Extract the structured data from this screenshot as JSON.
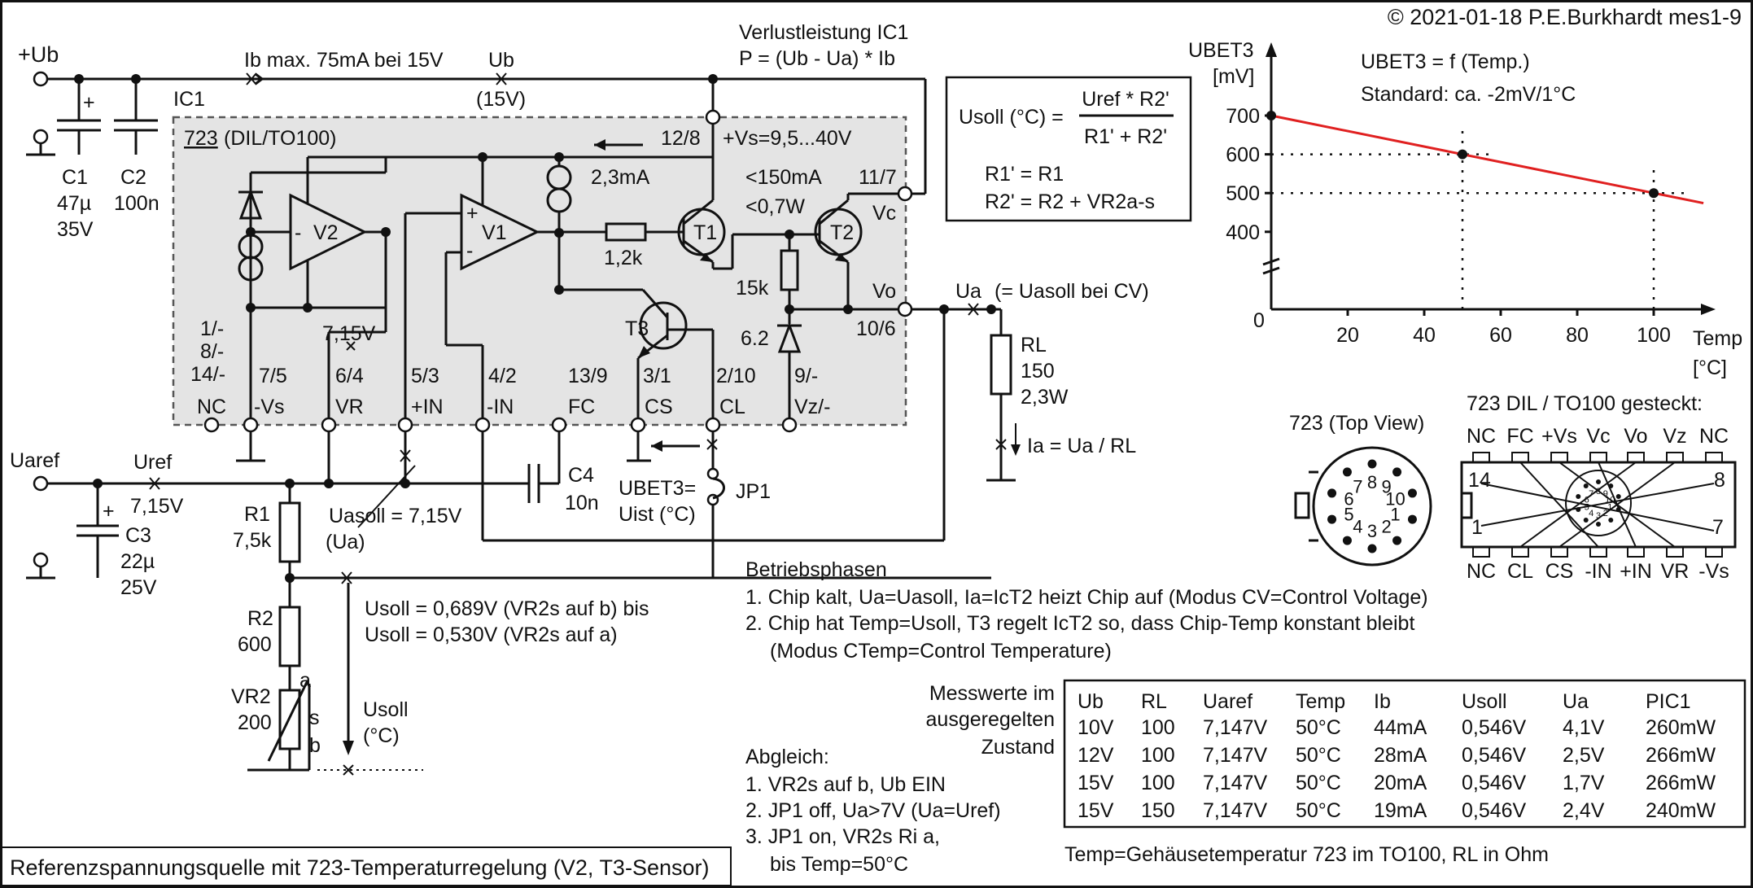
{
  "copyright": "© 2021-01-18 P.E.Burkhardt mes1-9",
  "caption": "Referenzspannungsquelle mit 723-Temperaturregelung (V2, T3-Sensor)",
  "supply": {
    "ub_label": "+Ub",
    "ib_note": "Ib max. 75mA bei 15V",
    "ub_probe": "Ub",
    "ub_value": "(15V)",
    "ic_label": "IC1",
    "power_title": "Verlustleistung IC1",
    "power_formula": "P = (Ub - Ua) * Ib"
  },
  "caps": {
    "c1": [
      "C1",
      "47µ",
      "35V"
    ],
    "c2": [
      "C2",
      "100n"
    ],
    "c3": [
      "C3",
      "22µ",
      "25V"
    ],
    "c4": [
      "C4",
      "10n"
    ]
  },
  "chip": {
    "title": "723",
    "package": "(DIL/TO100)",
    "vs_pin": "12/8",
    "vs_range": "+Vs=9,5...40V",
    "current_source": "2,3mA",
    "v2": "V2",
    "v1": "V1",
    "plus": "+",
    "minus": "-",
    "r_12k": "1,2k",
    "t1": "T1",
    "t2": "T2",
    "t3": "T3",
    "t2_current": "<150mA",
    "t2_power": "<0,7W",
    "vc_pin": "11/7",
    "vc": "Vc",
    "vo": "Vo",
    "vo_pin": "10/6",
    "r_15k": "15k",
    "zener": "6.2",
    "vref_probe": "7,15V",
    "nc_pins": [
      "1/-",
      "8/-",
      "14/-"
    ],
    "pins": [
      {
        "num": "",
        "name": "NC"
      },
      {
        "num": "7/5",
        "name": "-Vs"
      },
      {
        "num": "6/4",
        "name": "VR"
      },
      {
        "num": "5/3",
        "name": "+IN"
      },
      {
        "num": "4/2",
        "name": "-IN"
      },
      {
        "num": "13/9",
        "name": "FC"
      },
      {
        "num": "3/1",
        "name": "CS"
      },
      {
        "num": "2/10",
        "name": "CL"
      },
      {
        "num": "9/-",
        "name": "Vz/-"
      }
    ]
  },
  "output": {
    "ua": "Ua",
    "ua_note": "(= Uasoll bei CV)",
    "rl": [
      "RL",
      "150",
      "2,3W"
    ],
    "ia": "Ia = Ua / RL"
  },
  "ref": {
    "uaref": "Uaref",
    "uref": "Uref",
    "uref_value": "7,15V",
    "r1": [
      "R1",
      "7,5k"
    ],
    "r2": [
      "R2",
      "600"
    ],
    "vr2": [
      "VR2",
      "200"
    ],
    "wiper_a": "a",
    "wiper_s": "s",
    "wiper_b": "b",
    "uasoll": "Uasoll = 7,15V",
    "uasoll_sub": "(Ua)",
    "usoll_b": "Usoll = 0,689V (VR2s auf b) bis",
    "usoll_a": "Usoll = 0,530V (VR2s auf a)",
    "usoll_c": [
      "Usoll",
      "(°C)"
    ],
    "ubet3": "UBET3=",
    "uist": "Uist (°C)",
    "jp1": "JP1"
  },
  "formula": {
    "lhs": "Usoll (°C) =",
    "num": "Uref * R2'",
    "den": "R1' + R2'",
    "line1": "R1' = R1",
    "line2": "R2' = R2 + VR2a-s"
  },
  "graph_text": {
    "ylabel": "UBET3",
    "yunit": "[mV]",
    "title": "UBET3 = f (Temp.)",
    "standard": "Standard: ca. -2mV/1°C",
    "xlabel": "Temp",
    "xunit": "[°C]",
    "zero": "0"
  },
  "chart_data": {
    "type": "line",
    "x": [
      0,
      50,
      100
    ],
    "y": [
      700,
      600,
      500
    ],
    "xticks": [
      20,
      40,
      60,
      80,
      100
    ],
    "yticks": [
      400,
      500,
      600,
      700
    ],
    "line_color": "#e02020"
  },
  "phases": {
    "title": "Betriebsphasen",
    "lines": [
      "1. Chip kalt, Ua=Uasoll, Ia=IcT2 heizt Chip auf (Modus CV=Control Voltage)",
      "2. Chip hat Temp=Usoll, T3 regelt IcT2 so, dass Chip-Temp konstant bleibt",
      "(Modus CTemp=Control Temperature)"
    ]
  },
  "abgleich": {
    "title": "Abgleich:",
    "lines": [
      "1. VR2s auf b, Ub EIN",
      "2. JP1 off, Ua>7V (Ua=Uref)",
      "3. JP1 on, VR2s Ri a,",
      "bis Temp=50°C"
    ]
  },
  "measurements": {
    "label": [
      "Messwerte im",
      "ausgeregelten",
      "Zustand"
    ],
    "headers": [
      "Ub",
      "RL",
      "Uaref",
      "Temp",
      "Ib",
      "Usoll",
      "Ua",
      "PIC1"
    ],
    "rows": [
      [
        "10V",
        "100",
        "7,147V",
        "50°C",
        "44mA",
        "0,546V",
        "4,1V",
        "260mW"
      ],
      [
        "12V",
        "100",
        "7,147V",
        "50°C",
        "28mA",
        "0,546V",
        "2,5V",
        "266mW"
      ],
      [
        "15V",
        "100",
        "7,147V",
        "50°C",
        "20mA",
        "0,546V",
        "1,7V",
        "266mW"
      ],
      [
        "15V",
        "150",
        "7,147V",
        "50°C",
        "19mA",
        "0,546V",
        "2,4V",
        "240mW"
      ]
    ],
    "footnote": "Temp=Gehäusetemperatur 723 im TO100, RL in Ohm"
  },
  "topview": {
    "title": "723 (Top View)",
    "pins": [
      "1",
      "2",
      "3",
      "4",
      "5",
      "6",
      "7",
      "8",
      "9",
      "10"
    ]
  },
  "dil": {
    "title": "723 DIL / TO100 gesteckt:",
    "top_labels": [
      "NC",
      "FC",
      "+Vs",
      "Vc",
      "Vo",
      "Vz",
      "NC"
    ],
    "bottom_labels": [
      "NC",
      "CL",
      "CS",
      "-IN",
      "+IN",
      "VR",
      "-Vs"
    ],
    "pin14": "14",
    "pin8": "8",
    "pin1": "1",
    "pin7": "7"
  }
}
